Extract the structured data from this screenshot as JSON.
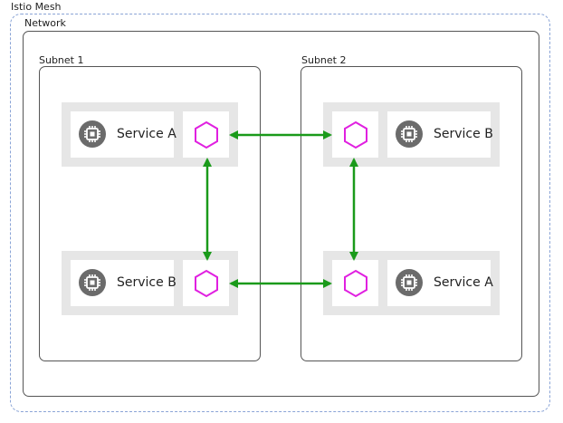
{
  "mesh": {
    "label": "Istio Mesh"
  },
  "network": {
    "label": "Network"
  },
  "subnets": [
    {
      "label": "Subnet 1",
      "services": [
        {
          "label": "Service A"
        },
        {
          "label": "Service B"
        }
      ]
    },
    {
      "label": "Subnet 2",
      "services": [
        {
          "label": "Service B"
        },
        {
          "label": "Service A"
        }
      ]
    }
  ],
  "icons": {
    "service": "chip-icon",
    "proxy": "hexagon-icon"
  },
  "colors": {
    "mesh_border": "#8aa4d6",
    "container_border": "#555555",
    "group_bg": "#e6e6e6",
    "chip": "#6b6b6b",
    "proxy": "#e020e0",
    "arrow": "#1a9a1a"
  }
}
